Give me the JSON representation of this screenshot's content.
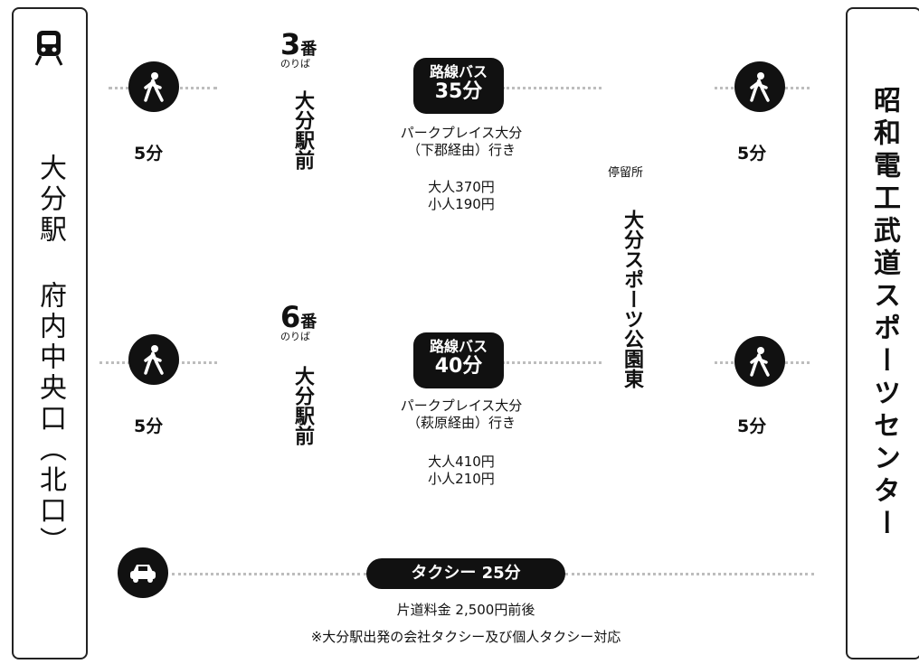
{
  "left_box": {
    "icon": "train-icon",
    "title": "大分駅 府内中央口（北口）"
  },
  "right_box": {
    "title": "昭和電工武道スポーツセンター"
  },
  "routes": [
    {
      "walk_before": "5分",
      "platform_number": "3",
      "platform_suffix": "番",
      "platform_label": "のりば",
      "stop_name": "大分駅前",
      "bus_label": "路線バス",
      "bus_time": "35分",
      "destination_line1": "パークプレイス大分",
      "destination_line2": "（下郡経由）行き",
      "fare_adult": "大人370円",
      "fare_child": "小人190円",
      "walk_after": "5分"
    },
    {
      "walk_before": "5分",
      "platform_number": "6",
      "platform_suffix": "番",
      "platform_label": "のりば",
      "stop_name": "大分駅前",
      "bus_label": "路線バス",
      "bus_time": "40分",
      "destination_line1": "パークプレイス大分",
      "destination_line2": "（萩原経由）行き",
      "fare_adult": "大人410円",
      "fare_child": "小人210円",
      "walk_after": "5分"
    }
  ],
  "stop": {
    "label": "停留所",
    "name": "大分スポーツ公園東"
  },
  "taxi": {
    "icon": "taxi-icon",
    "label": "タクシー 25分",
    "fare": "片道料金 2,500円前後",
    "note": "※大分駅出発の会社タクシー及び個人タクシー対応"
  },
  "icons": {
    "walk": "walking-person-icon"
  }
}
